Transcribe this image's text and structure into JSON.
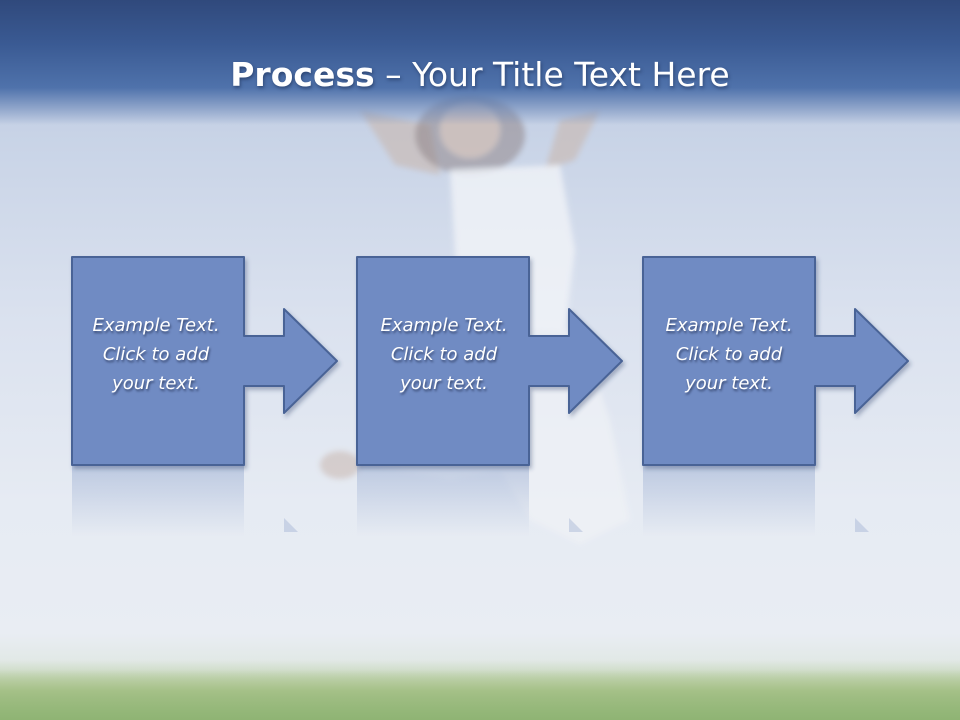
{
  "slide": {
    "title_bold": "Process",
    "title_rest": " – Your Title Text Here"
  },
  "process": {
    "steps": [
      {
        "text": "Example Text.\nClick  to add\nyour text."
      },
      {
        "text": "Example Text.\nClick  to add\nyour text."
      },
      {
        "text": "Example Text.\nClick  to add\nyour text."
      }
    ]
  },
  "colors": {
    "header": "#3a5a93",
    "box_fill": "#6f8bc3",
    "box_stroke": "#4a6396",
    "grass": "#8fb474"
  }
}
